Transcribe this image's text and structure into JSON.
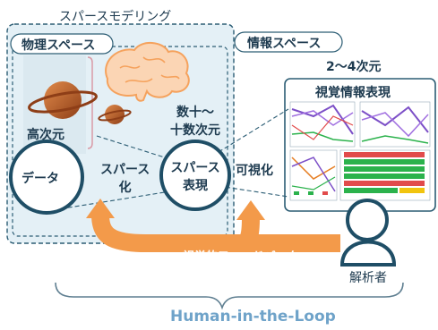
{
  "diagram": {
    "sparse_modeling_label": "スパースモデリング",
    "physical_space_label": "物理スペース",
    "information_space_label": "情報スペース",
    "high_dim_label": "高次元",
    "data_label": "データ",
    "sparsify_label": "スパース\n化",
    "sparse_repr_label": "スパース\n表現",
    "dims_label": "数十～\n十数次元",
    "visualize_label": "可視化",
    "dims_2_4_label": "2～4次元",
    "visual_info_label": "視覚情報表現",
    "feedback_label": "視覚的フィードバック",
    "analyst_label": "解析者",
    "hitl_label": "Human-in-the-Loop"
  },
  "colors": {
    "dashed_box_fill": "#e4f0f6",
    "border": "#2c5d74",
    "circle_border": "#1f4e66",
    "feedback_arrow": "#f39a4a",
    "hitl_text": "#6fa3c9",
    "brain": "#f5a25d",
    "planet": "#c0622a"
  }
}
